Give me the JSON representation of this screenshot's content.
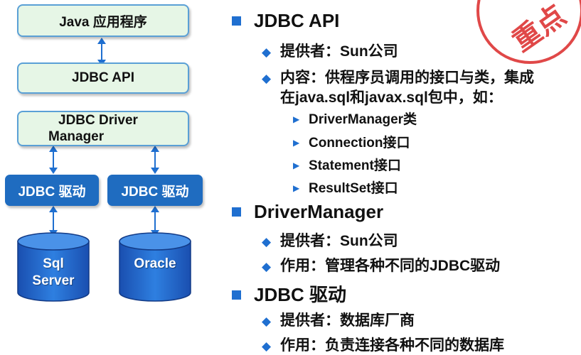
{
  "diagram": {
    "app_box": "Java 应用程序",
    "api_box": "JDBC API",
    "manager_box": [
      "JDBC Driver",
      "Manager"
    ],
    "driver_left": "JDBC 驱动",
    "driver_right": "JDBC 驱动",
    "db_left": [
      "Sql",
      "Server"
    ],
    "db_right": "Oracle"
  },
  "stamp": "重点",
  "sections": [
    {
      "title": "JDBC API",
      "items": [
        {
          "text": "提供者：Sun公司"
        },
        {
          "text": "内容：供程序员调用的接口与类，集成",
          "text2": "在java.sql和javax.sql包中，如：",
          "subitems": [
            "DriverManager类",
            "Connection接口",
            "Statement接口",
            "ResultSet接口"
          ]
        }
      ]
    },
    {
      "title": "DriverManager",
      "items": [
        {
          "text": "提供者：Sun公司"
        },
        {
          "text": "作用：管理各种不同的JDBC驱动"
        }
      ]
    },
    {
      "title": "JDBC 驱动",
      "items": [
        {
          "text": "提供者：数据库厂商"
        },
        {
          "text": "作用：负责连接各种不同的数据库"
        }
      ]
    }
  ],
  "colors": {
    "accent": "#1f6fd0",
    "driver": "#1f6cc0",
    "box_fill": "#e6f6e6",
    "stamp": "#e04848"
  }
}
